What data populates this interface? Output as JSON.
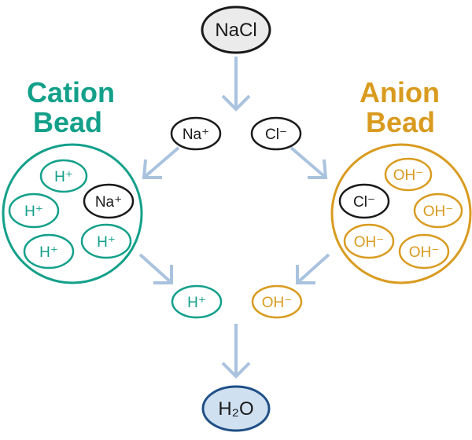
{
  "feed": {
    "label": "NaCl"
  },
  "product": {
    "label": "H₂O"
  },
  "cation_bead": {
    "title_line1": "Cation",
    "title_line2": "Bead",
    "ions": [
      "H⁺",
      "H⁺",
      "Na⁺",
      "H⁺",
      "H⁺"
    ]
  },
  "anion_bead": {
    "title_line1": "Anion",
    "title_line2": "Bead",
    "ions": [
      "OH⁻",
      "Cl⁻",
      "OH⁻",
      "OH⁻",
      "OH⁻"
    ]
  },
  "dissociated": {
    "cation": "Na⁺",
    "anion": "Cl⁻"
  },
  "released": {
    "cation": "H⁺",
    "anion": "OH⁻"
  },
  "colors": {
    "cation": "#13a08a",
    "anion": "#d99b1f",
    "neutral": "#1a1a1a",
    "arrow": "#a9c3df",
    "feed_fill": "#ebebeb",
    "product_fill": "#cfe0f0",
    "product_stroke": "#1f4f86"
  }
}
